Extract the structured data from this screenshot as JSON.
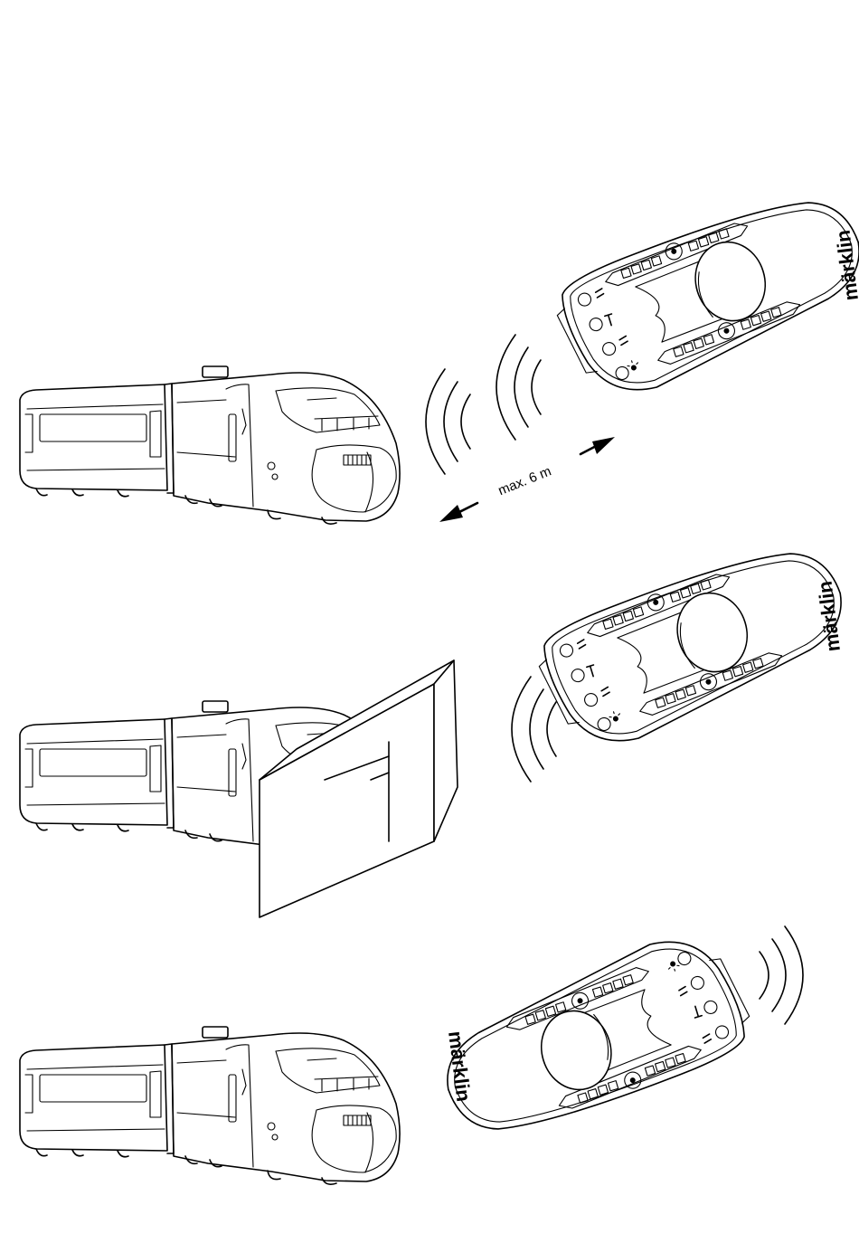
{
  "distance_label": "max. 6 m",
  "brand": "märklin",
  "scene_count": 3
}
